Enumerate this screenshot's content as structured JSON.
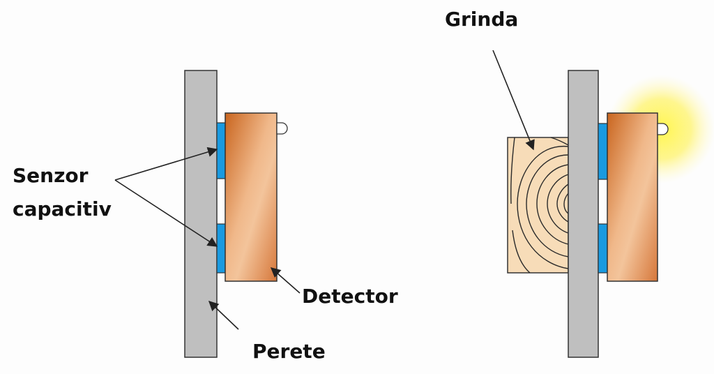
{
  "labels": {
    "sensor_line1": "Senzor",
    "sensor_line2": "capacitiv",
    "detector": "Detector",
    "wall": "Perete",
    "beam": "Grinda"
  },
  "colors": {
    "wall": "#bfbfbf",
    "sensor": "#1a9ae0",
    "detector_dark": "#d4742e",
    "detector_light": "#f3c89a",
    "wood": "#f7dcb8",
    "glow": "#fff04a"
  }
}
